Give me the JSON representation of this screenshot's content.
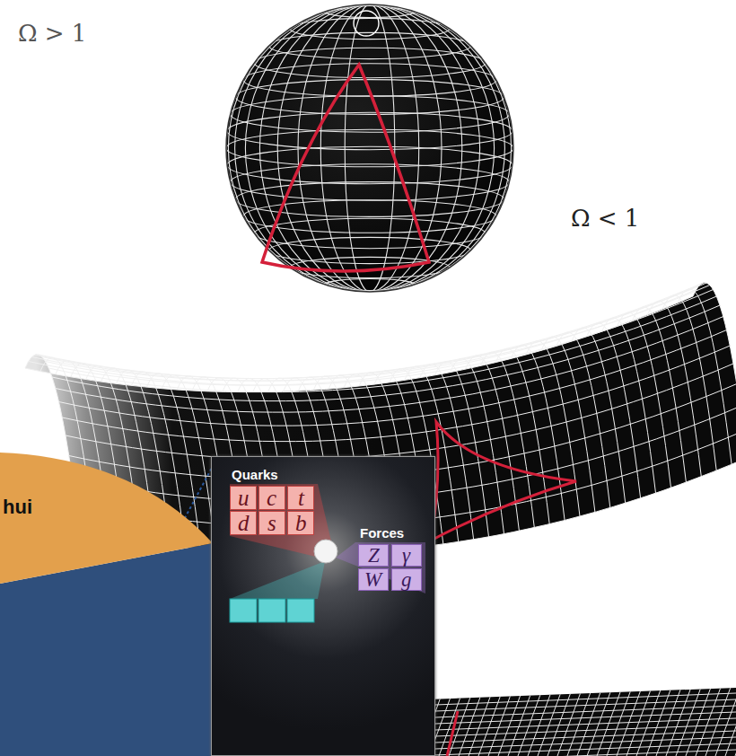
{
  "diagram": {
    "nodes": [
      {
        "text": [
          "hui"
        ]
      },
      {
        "text": [
          "Quarks",
          "Forces"
        ]
      },
      {
        "text": [
          "u"
        ],
        "in": 1
      },
      {
        "text": [
          "c"
        ],
        "in": 1
      },
      {
        "text": [
          "t"
        ],
        "in": 1
      },
      {
        "text": [
          "d"
        ],
        "in": 1
      },
      {
        "text": [
          "s"
        ],
        "in": 1
      },
      {
        "text": [
          "b"
        ],
        "in": 1
      },
      {
        "text": [
          "Z"
        ],
        "in": 1
      },
      {
        "text": [
          "γ"
        ],
        "in": 1
      },
      {
        "text": [
          "W"
        ],
        "in": 1
      },
      {
        "text": [
          "g"
        ],
        "in": 1
      }
    ],
    "edges": [
      {
        "from": 0,
        "to": 1,
        "arrow": "none"
      }
    ],
    "labels": [
      "Ω > 1",
      "Ω < 1"
    ]
  }
}
